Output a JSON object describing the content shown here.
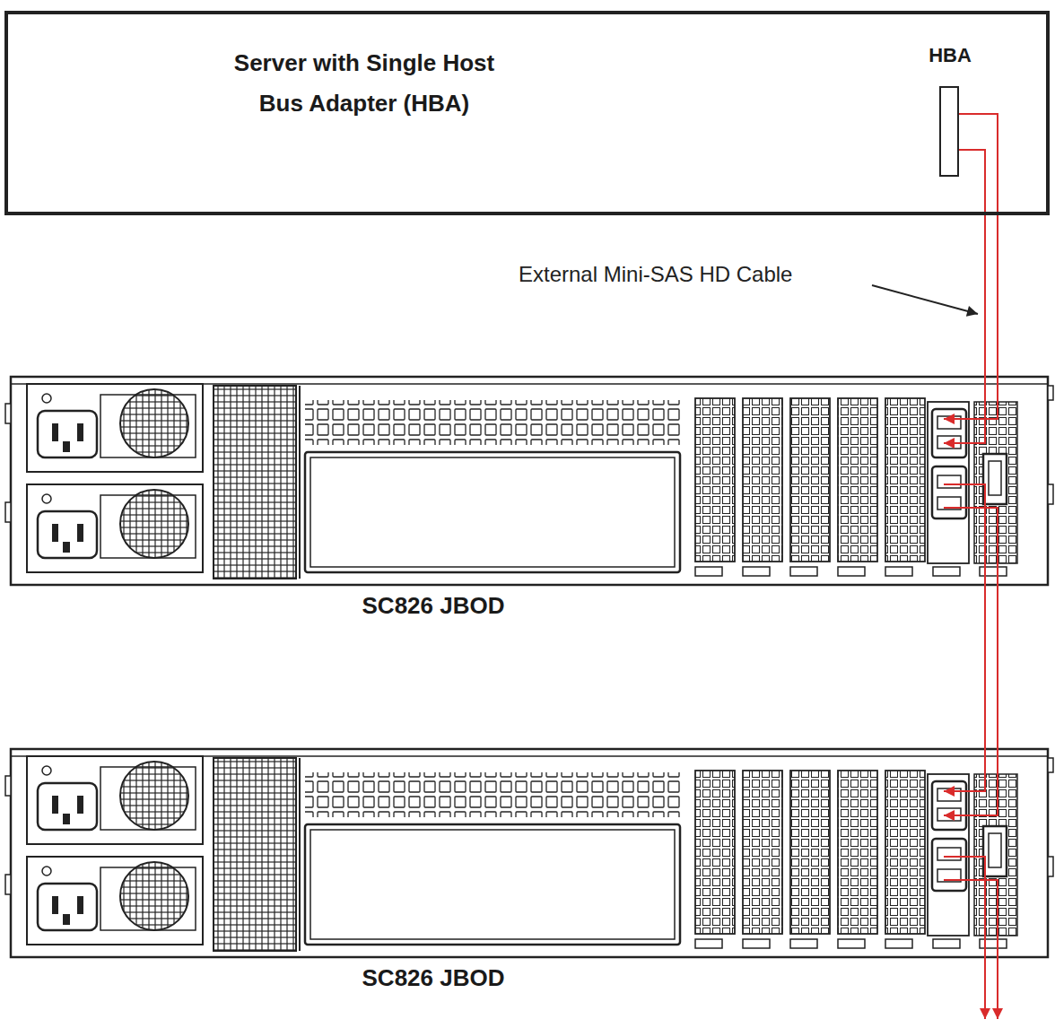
{
  "diagram": {
    "nodes": [
      {
        "text": [
          "Server with Single Host Bus Adapter (HBA)"
        ]
      },
      {
        "text": [
          "HBA"
        ],
        "in": 0
      },
      {
        "text": [
          "SC826 JBOD"
        ]
      },
      {
        "text": [
          "SC826 JBOD"
        ]
      }
    ],
    "edges": [
      {
        "from": 1,
        "to": 2,
        "arrow": "to"
      },
      {
        "from": 1,
        "to": 2,
        "arrow": "to"
      },
      {
        "from": 2,
        "to": 3,
        "arrow": "to"
      },
      {
        "from": 2,
        "to": 3,
        "arrow": "to"
      }
    ],
    "labels": [
      "External Mini-SAS HD Cable"
    ]
  }
}
